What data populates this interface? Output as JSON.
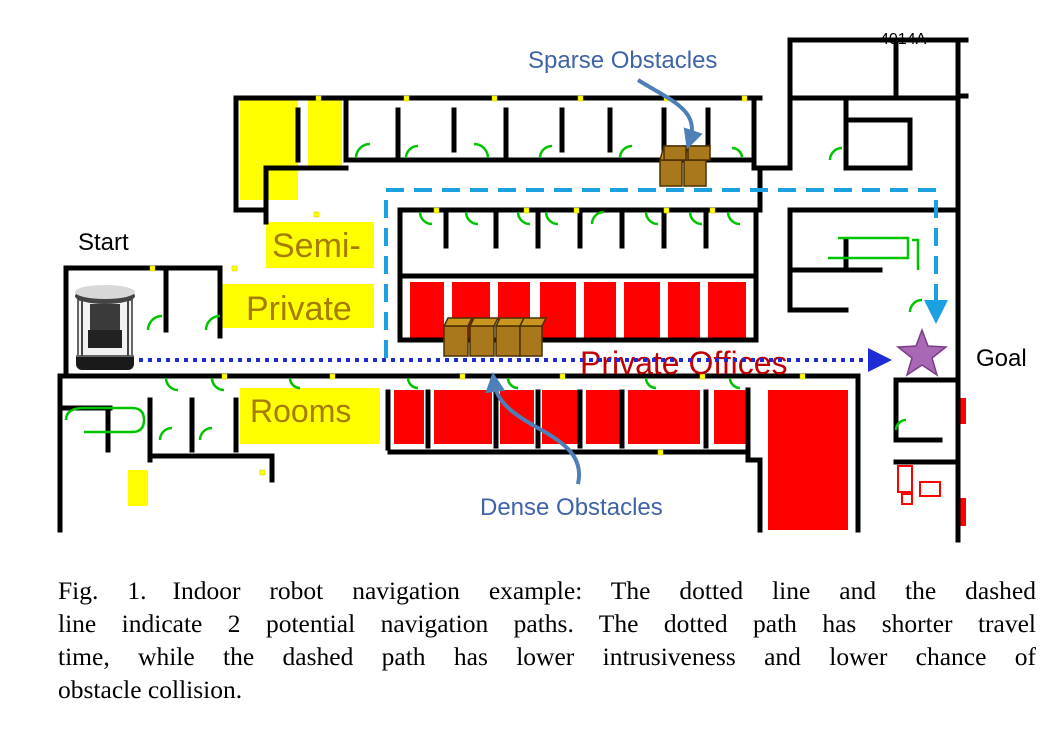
{
  "figure": {
    "labels": {
      "sparse": "Sparse Obstacles",
      "dense": "Dense Obstacles",
      "start": "Start",
      "goal": "Goal",
      "room_cut": "4014A",
      "semi": "Semi-",
      "private": "Private",
      "rooms": "Rooms",
      "private_offices": "Private Offices"
    },
    "colors": {
      "wall": "#000000",
      "door": "#00c400",
      "semi_private": "#ffff00",
      "private_office": "#ff0000",
      "dashed_path": "#1ba1e2",
      "dotted_path": "#1f2bd6",
      "label_blue": "#3e63a8",
      "goal_star": "#a968b4",
      "box": "#a9781c",
      "private_text": "#c00000",
      "semi_text": "#a57c00"
    }
  },
  "caption": {
    "label": "Fig. 1.",
    "line1": "Indoor robot navigation example: The dotted line and the dashed",
    "line2": "line indicate 2 potential navigation paths. The dotted path has shorter travel",
    "line3": "time, while the dashed path has lower intrusiveness and lower chance of",
    "line4": "obstacle collision."
  }
}
